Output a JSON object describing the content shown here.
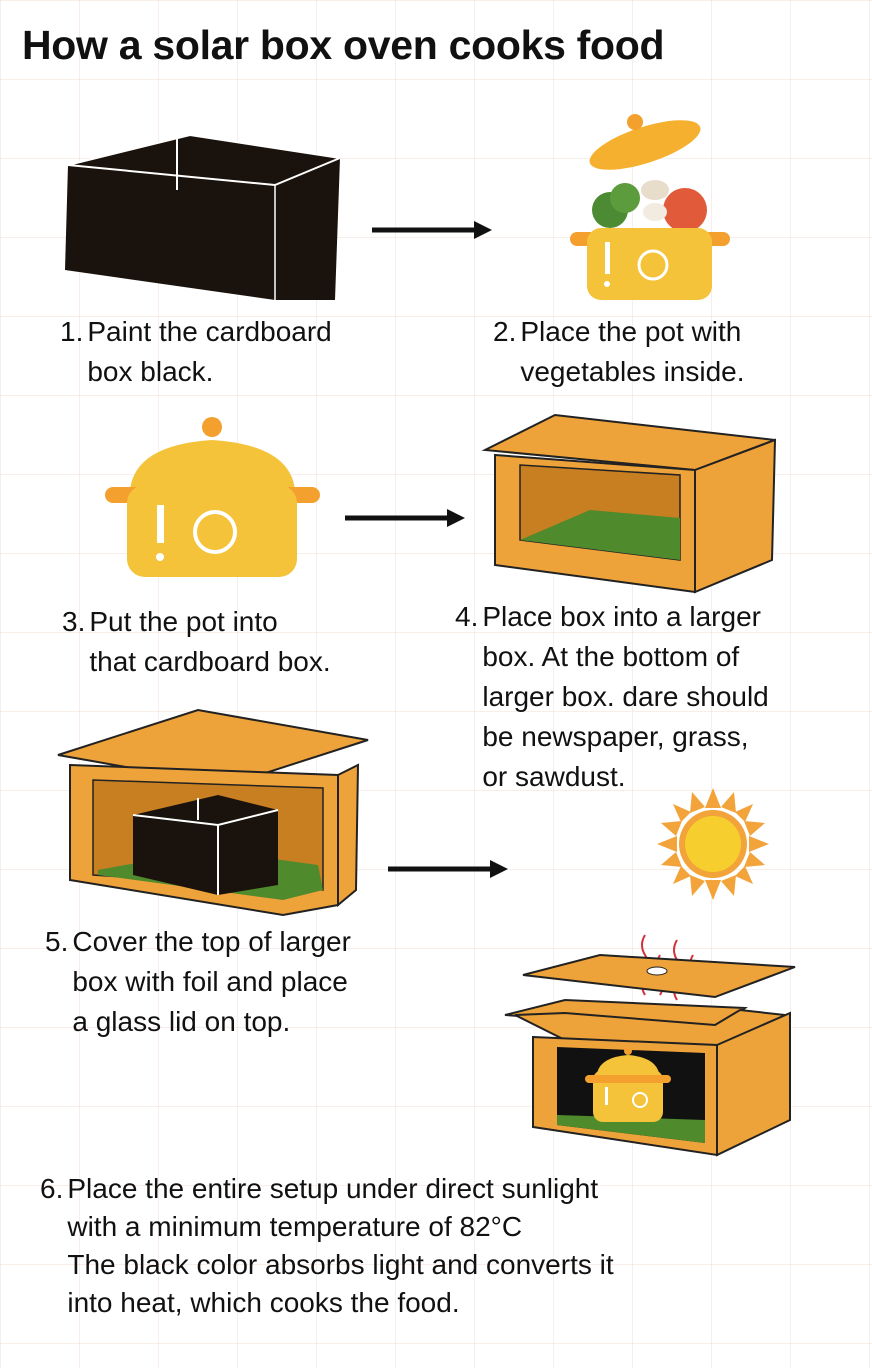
{
  "title": "How a solar box oven cooks food",
  "steps": [
    {
      "number": "1.",
      "lines": [
        "Paint the cardboard",
        "box black."
      ]
    },
    {
      "number": "2.",
      "lines": [
        "Place the pot with",
        "vegetables inside."
      ]
    },
    {
      "number": "3.",
      "lines": [
        "Put the pot into",
        "that cardboard box."
      ]
    },
    {
      "number": "4.",
      "lines": [
        "Place box into a larger",
        "box. At the bottom of",
        "larger box. dare should",
        "be newspaper, grass,",
        "or sawdust."
      ]
    },
    {
      "number": "5.",
      "lines": [
        "Cover the top of larger",
        "box with foil and place",
        "a glass lid on top."
      ]
    },
    {
      "number": "6.",
      "lines": [
        "Place the entire setup under direct sunlight",
        "with a minimum temperature of 82°C",
        "The black color absorbs light and converts it",
        "into heat, which cooks the food."
      ]
    }
  ],
  "colors": {
    "cardboard": "#eea23a",
    "pot": "#f4c33a",
    "black": "#1a120c",
    "grass": "#4f8a2c",
    "sun": "#f2a33a"
  }
}
